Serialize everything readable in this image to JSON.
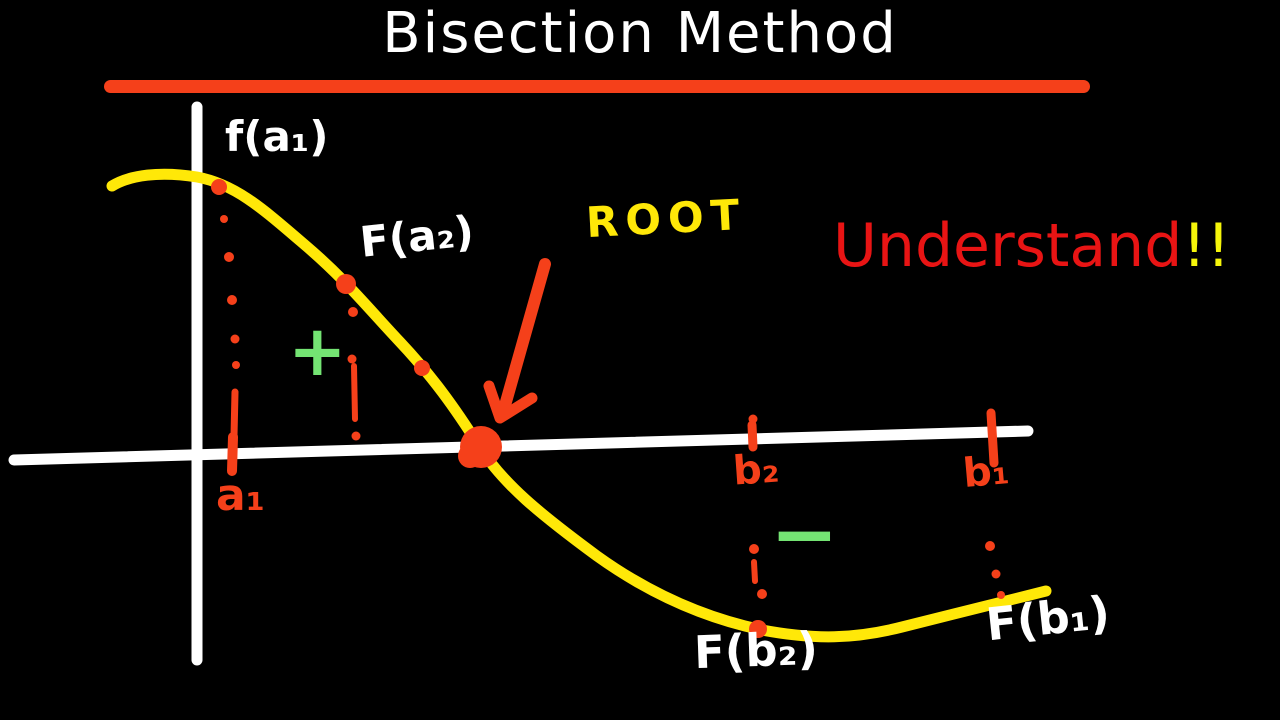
{
  "title": {
    "text": "Bisection Method"
  },
  "labels": {
    "f_a1": "f(a₁)",
    "f_a2": "F(a₂)",
    "root": "ROOT",
    "understand": "Understand",
    "exclaim": "!!",
    "a1": "a₁",
    "b2": "b₂",
    "b1": "b₁",
    "f_b2": "F(b₂)",
    "f_b1": "F(b₁)",
    "plus_sign": "+",
    "minus_sign": "−"
  },
  "colors": {
    "background": "#000000",
    "axes_white": "#ffffff",
    "curve_yellow": "#ffe808",
    "marker_red": "#f5401a",
    "understand_red": "#e81414",
    "exclaim_yellow": "#f5f50a",
    "sign_green": "#74e473"
  }
}
